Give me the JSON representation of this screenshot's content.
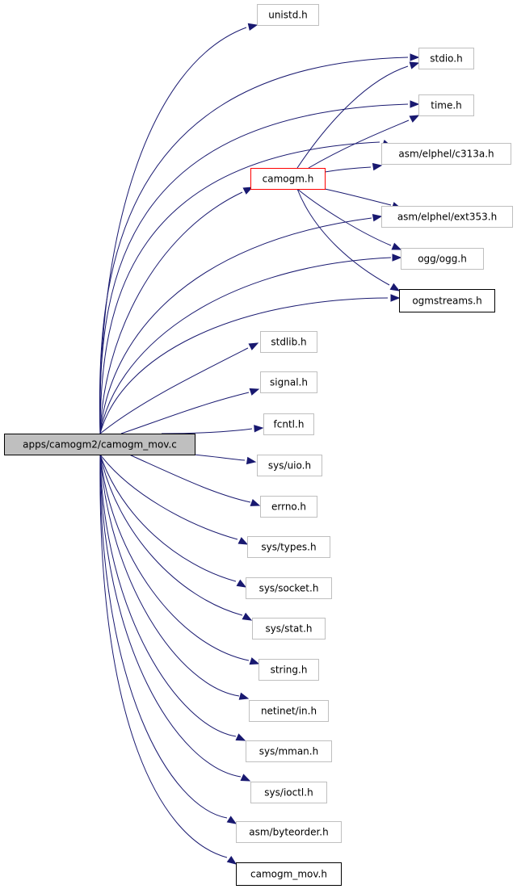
{
  "colors": {
    "edge": "#191970",
    "root_fill": "#bfbfbf",
    "external_border": "#bfbfbf",
    "documented_border": "#000000",
    "highlight_border": "#ff0000"
  },
  "nodes": [
    {
      "id": "root",
      "label": "apps/camogm2/camogm_mov.c",
      "kind": "root"
    },
    {
      "id": "unistd",
      "label": "unistd.h",
      "kind": "external"
    },
    {
      "id": "stdio",
      "label": "stdio.h",
      "kind": "external"
    },
    {
      "id": "time",
      "label": "time.h",
      "kind": "external"
    },
    {
      "id": "c313a",
      "label": "asm/elphel/c313a.h",
      "kind": "external"
    },
    {
      "id": "camogm",
      "label": "camogm.h",
      "kind": "highlight"
    },
    {
      "id": "ext353",
      "label": "asm/elphel/ext353.h",
      "kind": "external"
    },
    {
      "id": "ogg",
      "label": "ogg/ogg.h",
      "kind": "external"
    },
    {
      "id": "ogmstreams",
      "label": "ogmstreams.h",
      "kind": "documented"
    },
    {
      "id": "stdlib",
      "label": "stdlib.h",
      "kind": "external"
    },
    {
      "id": "signal",
      "label": "signal.h",
      "kind": "external"
    },
    {
      "id": "fcntl",
      "label": "fcntl.h",
      "kind": "external"
    },
    {
      "id": "uio",
      "label": "sys/uio.h",
      "kind": "external"
    },
    {
      "id": "errno",
      "label": "errno.h",
      "kind": "external"
    },
    {
      "id": "types",
      "label": "sys/types.h",
      "kind": "external"
    },
    {
      "id": "socket",
      "label": "sys/socket.h",
      "kind": "external"
    },
    {
      "id": "stat",
      "label": "sys/stat.h",
      "kind": "external"
    },
    {
      "id": "string",
      "label": "string.h",
      "kind": "external"
    },
    {
      "id": "netinet",
      "label": "netinet/in.h",
      "kind": "external"
    },
    {
      "id": "mman",
      "label": "sys/mman.h",
      "kind": "external"
    },
    {
      "id": "ioctl",
      "label": "sys/ioctl.h",
      "kind": "external"
    },
    {
      "id": "byteorder",
      "label": "asm/byteorder.h",
      "kind": "external"
    },
    {
      "id": "camogm_mov_h",
      "label": "camogm_mov.h",
      "kind": "documented"
    }
  ],
  "edges": [
    {
      "from": "root",
      "to": "unistd"
    },
    {
      "from": "root",
      "to": "stdio"
    },
    {
      "from": "root",
      "to": "time"
    },
    {
      "from": "root",
      "to": "c313a"
    },
    {
      "from": "root",
      "to": "camogm"
    },
    {
      "from": "root",
      "to": "ext353"
    },
    {
      "from": "root",
      "to": "ogg"
    },
    {
      "from": "root",
      "to": "ogmstreams"
    },
    {
      "from": "root",
      "to": "stdlib"
    },
    {
      "from": "root",
      "to": "signal"
    },
    {
      "from": "root",
      "to": "fcntl"
    },
    {
      "from": "root",
      "to": "uio"
    },
    {
      "from": "root",
      "to": "errno"
    },
    {
      "from": "root",
      "to": "types"
    },
    {
      "from": "root",
      "to": "socket"
    },
    {
      "from": "root",
      "to": "stat"
    },
    {
      "from": "root",
      "to": "string"
    },
    {
      "from": "root",
      "to": "netinet"
    },
    {
      "from": "root",
      "to": "mman"
    },
    {
      "from": "root",
      "to": "ioctl"
    },
    {
      "from": "root",
      "to": "byteorder"
    },
    {
      "from": "root",
      "to": "camogm_mov_h"
    },
    {
      "from": "camogm",
      "to": "stdio"
    },
    {
      "from": "camogm",
      "to": "time"
    },
    {
      "from": "camogm",
      "to": "c313a"
    },
    {
      "from": "camogm",
      "to": "ext353"
    },
    {
      "from": "camogm",
      "to": "ogg"
    },
    {
      "from": "camogm",
      "to": "ogmstreams"
    }
  ]
}
